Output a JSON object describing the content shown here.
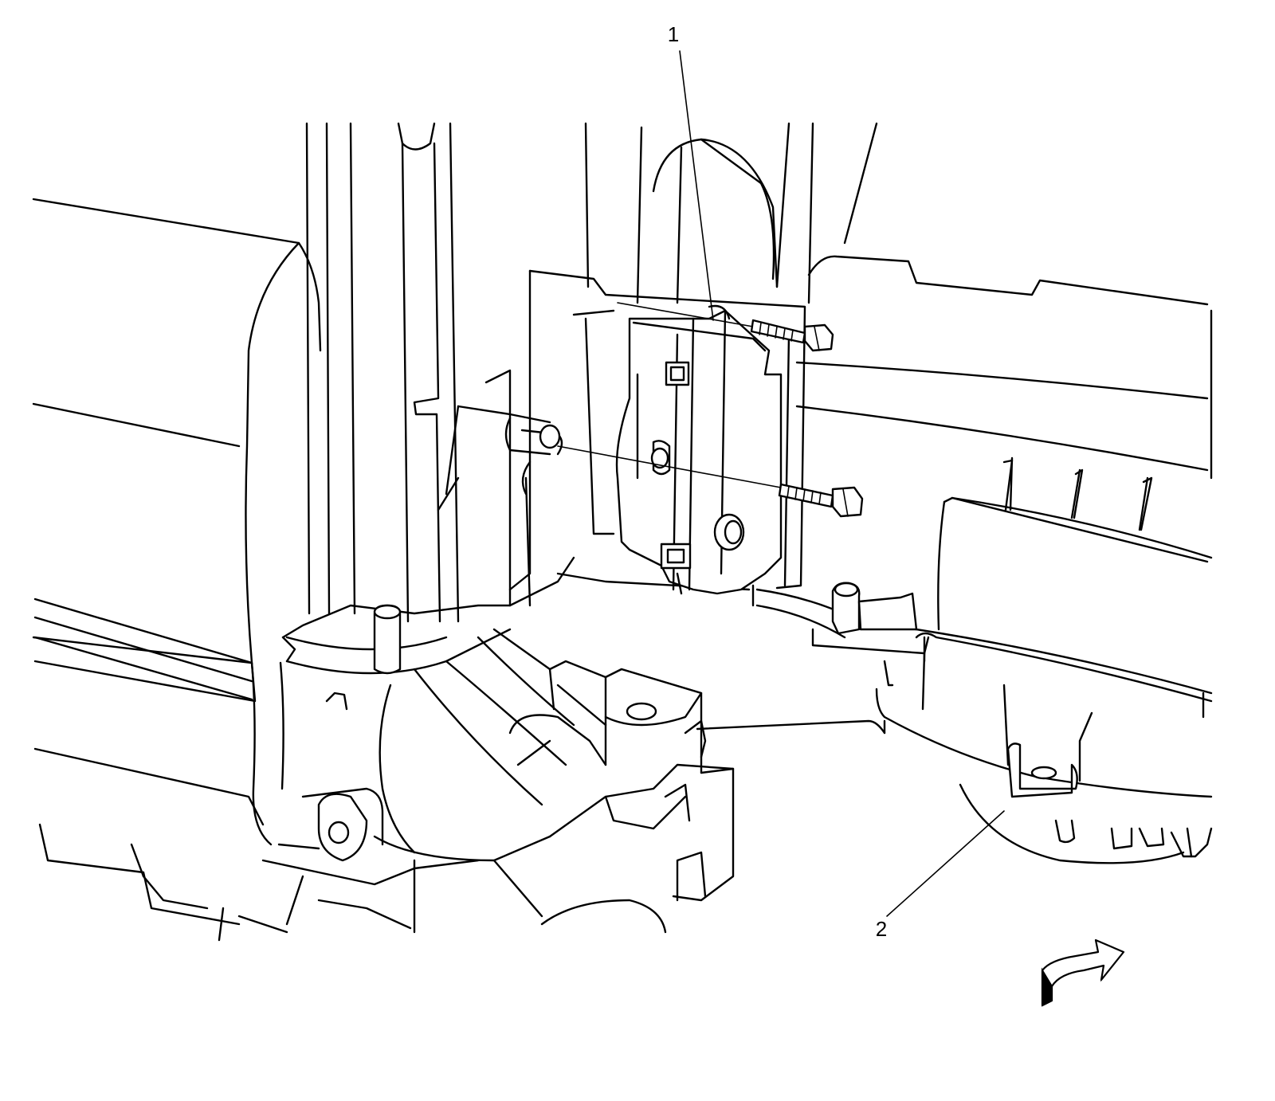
{
  "callouts": [
    {
      "id": "1",
      "label": "1"
    },
    {
      "id": "2",
      "label": "2"
    }
  ],
  "icons": [
    "view-direction-arrow-icon"
  ],
  "colors": {
    "line": "#000000",
    "background": "#ffffff"
  }
}
